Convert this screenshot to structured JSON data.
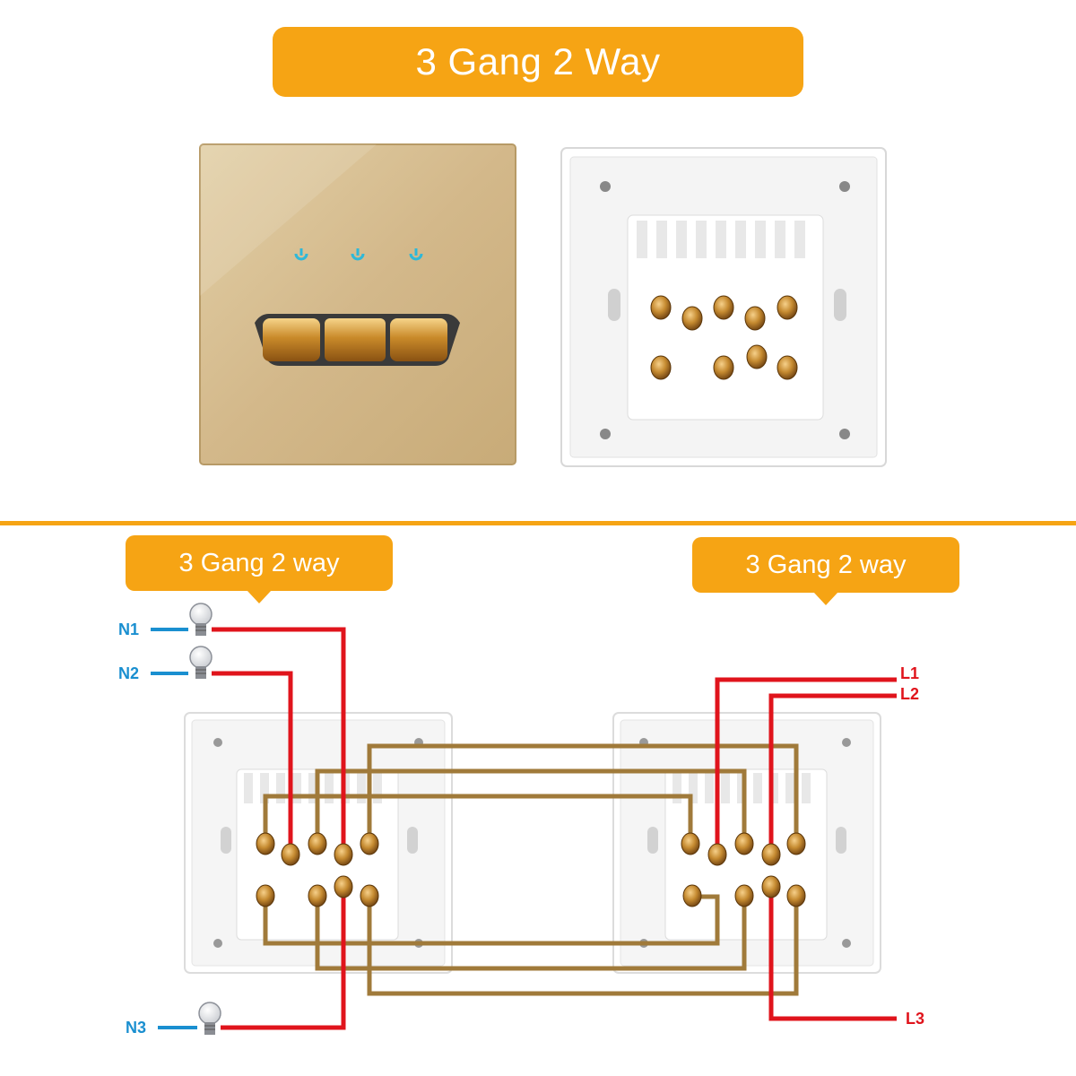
{
  "title": "3 Gang 2 Way",
  "left_switch_label": "3 Gang 2 way",
  "right_switch_label": "3 Gang 2 way",
  "neutral_labels": [
    "N1",
    "N2",
    "N3"
  ],
  "live_labels": [
    "L1",
    "L2",
    "L3"
  ],
  "colors": {
    "accent": "#f6a414",
    "live_wire": "#e0141c",
    "neutral_wire": "#1a8fd0",
    "traveller_wire": "#a07a3a",
    "front_panel": "#d4b98a"
  },
  "icons": [
    "light-bulb-icon",
    "power-icon"
  ]
}
